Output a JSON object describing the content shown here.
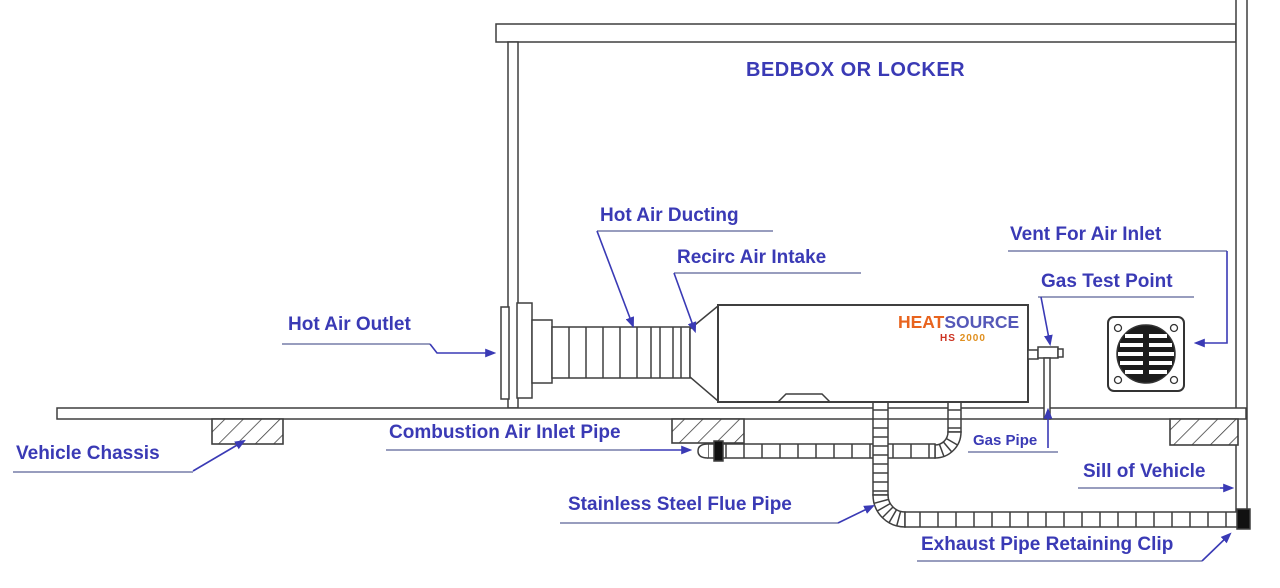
{
  "labels": {
    "bedbox_or_locker": "BEDBOX OR LOCKER",
    "hot_air_ducting": "Hot Air Ducting",
    "recirc_air_intake": "Recirc Air Intake",
    "hot_air_outlet": "Hot Air Outlet",
    "vent_for_air_inlet": "Vent For Air Inlet",
    "gas_test_point": "Gas Test Point",
    "vehicle_chassis": "Vehicle Chassis",
    "combustion_air_inlet_pipe": "Combustion Air Inlet Pipe",
    "gas_pipe": "Gas Pipe",
    "sill_of_vehicle": "Sill of Vehicle",
    "stainless_steel_flue_pipe": "Stainless Steel Flue Pipe",
    "exhaust_pipe_retaining_clip": "Exhaust Pipe Retaining Clip"
  },
  "heater": {
    "brand_heat": "HEAT",
    "brand_source": "SOURCE",
    "model_prefix": "HS",
    "model_number": "2000"
  },
  "colors": {
    "label_text": "#3a3ab5",
    "leader_line": "#3a3ab5",
    "underline": "#8a8fb5",
    "line_art": "#3f3f3f",
    "brand_heat": "#e8641e",
    "brand_source": "#5558b8",
    "model_prefix": "#cc3322",
    "model_number": "#e09020"
  }
}
